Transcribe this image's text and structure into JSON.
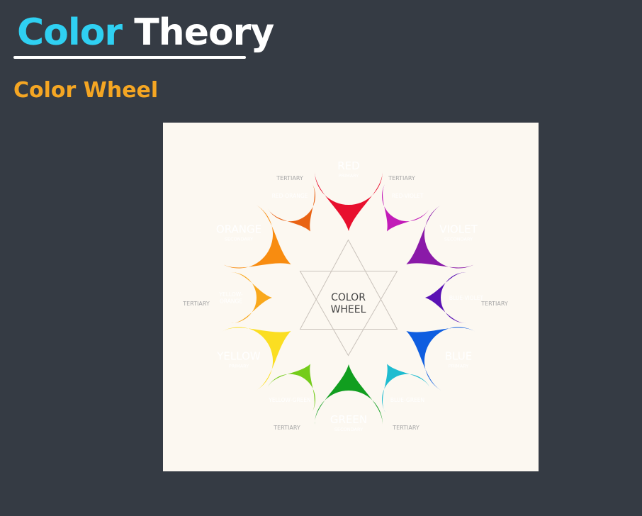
{
  "slide": {
    "title_part_1": "Color",
    "title_part_2": "Theory",
    "subtitle": "Color Wheel"
  },
  "wheel": {
    "center_line_1": "COLOR",
    "center_line_2": "WHEEL",
    "tertiary_note": "TERTIARY",
    "petals": [
      {
        "name": "RED",
        "type": "PRIMARY",
        "color": "#e8102e"
      },
      {
        "name": "RED-VIOLET",
        "type": "",
        "color": "#c21cb8"
      },
      {
        "name": "VIOLET",
        "type": "SECONDARY",
        "color": "#8a1aa8"
      },
      {
        "name": "BLUE-VIOLET",
        "type": "",
        "color": "#5a12b4"
      },
      {
        "name": "BLUE",
        "type": "PRIMARY",
        "color": "#0f5ee0"
      },
      {
        "name": "BLUE-GREEN",
        "type": "",
        "color": "#1fbcd0"
      },
      {
        "name": "GREEN",
        "type": "SECONDARY",
        "color": "#119e1f"
      },
      {
        "name": "YELLOW-GREEN",
        "type": "",
        "color": "#74cc1a"
      },
      {
        "name": "YELLOW",
        "type": "PRIMARY",
        "color": "#fbde22"
      },
      {
        "name": "YELLOW-ORANGE",
        "type": "",
        "color": "#f9a81c"
      },
      {
        "name": "ORANGE",
        "type": "SECONDARY",
        "color": "#f88c10"
      },
      {
        "name": "RED-ORANGE",
        "type": "",
        "color": "#e96314"
      }
    ]
  }
}
